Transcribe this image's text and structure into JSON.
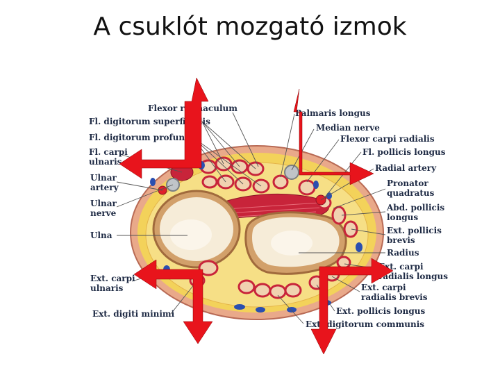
{
  "slide": {
    "title": "A csuklót mozgató izmok"
  },
  "labels": {
    "flexor_retinaculum": "Flexor retinaculum",
    "fl_digitorum_superficialis": "Fl. digitorum superficialis",
    "fl_digitorum_profundus": "Fl. digitorum profundus",
    "fl_carpi_ulnaris_1": "Fl. carpi",
    "fl_carpi_ulnaris_2": "ulnaris",
    "ulnar_artery_1": "Ulnar",
    "ulnar_artery_2": "artery",
    "ulnar_nerve_1": "Ulnar",
    "ulnar_nerve_2": "nerve",
    "ulna": "Ulna",
    "ext_carpi_ulnaris_1": "Ext. carpi",
    "ext_carpi_ulnaris_2": "ulnaris",
    "ext_digiti_minimi": "Ext. digiti minimi",
    "palmaris_longus": "Palmaris longus",
    "median_nerve": "Median nerve",
    "flexor_carpi_radialis": "Flexor carpi radialis",
    "fl_pollicis_longus": "Fl. pollicis longus",
    "radial_artery": "Radial artery",
    "pronator_quadratus_1": "Pronator",
    "pronator_quadratus_2": "quadratus",
    "abd_pollicis_longus_1": "Abd. pollicis",
    "abd_pollicis_longus_2": "longus",
    "ext_pollicis_brevis_1": "Ext. pollicis",
    "ext_pollicis_brevis_2": "brevis",
    "radius": "Radius",
    "ext_carpi_radialis_longus_1": "Ext. carpi",
    "ext_carpi_radialis_longus_2": "radialis longus",
    "ext_carpi_radialis_brevis_1": "Ext. carpi",
    "ext_carpi_radialis_brevis_2": "radialis brevis",
    "ext_pollicis_longus": "Ext. pollicis longus",
    "ext_digitorum_communis": "Ext. digitorum communis"
  },
  "colors": {
    "arrow": "#e8141c",
    "muscle": "#c8243a",
    "fat": "#f3d25a",
    "bone": "#f6ecd8",
    "label_text": "#1e2a44"
  },
  "arrows": [
    "up-then-left",
    "up-then-right",
    "left-then-down",
    "right-then-down"
  ]
}
